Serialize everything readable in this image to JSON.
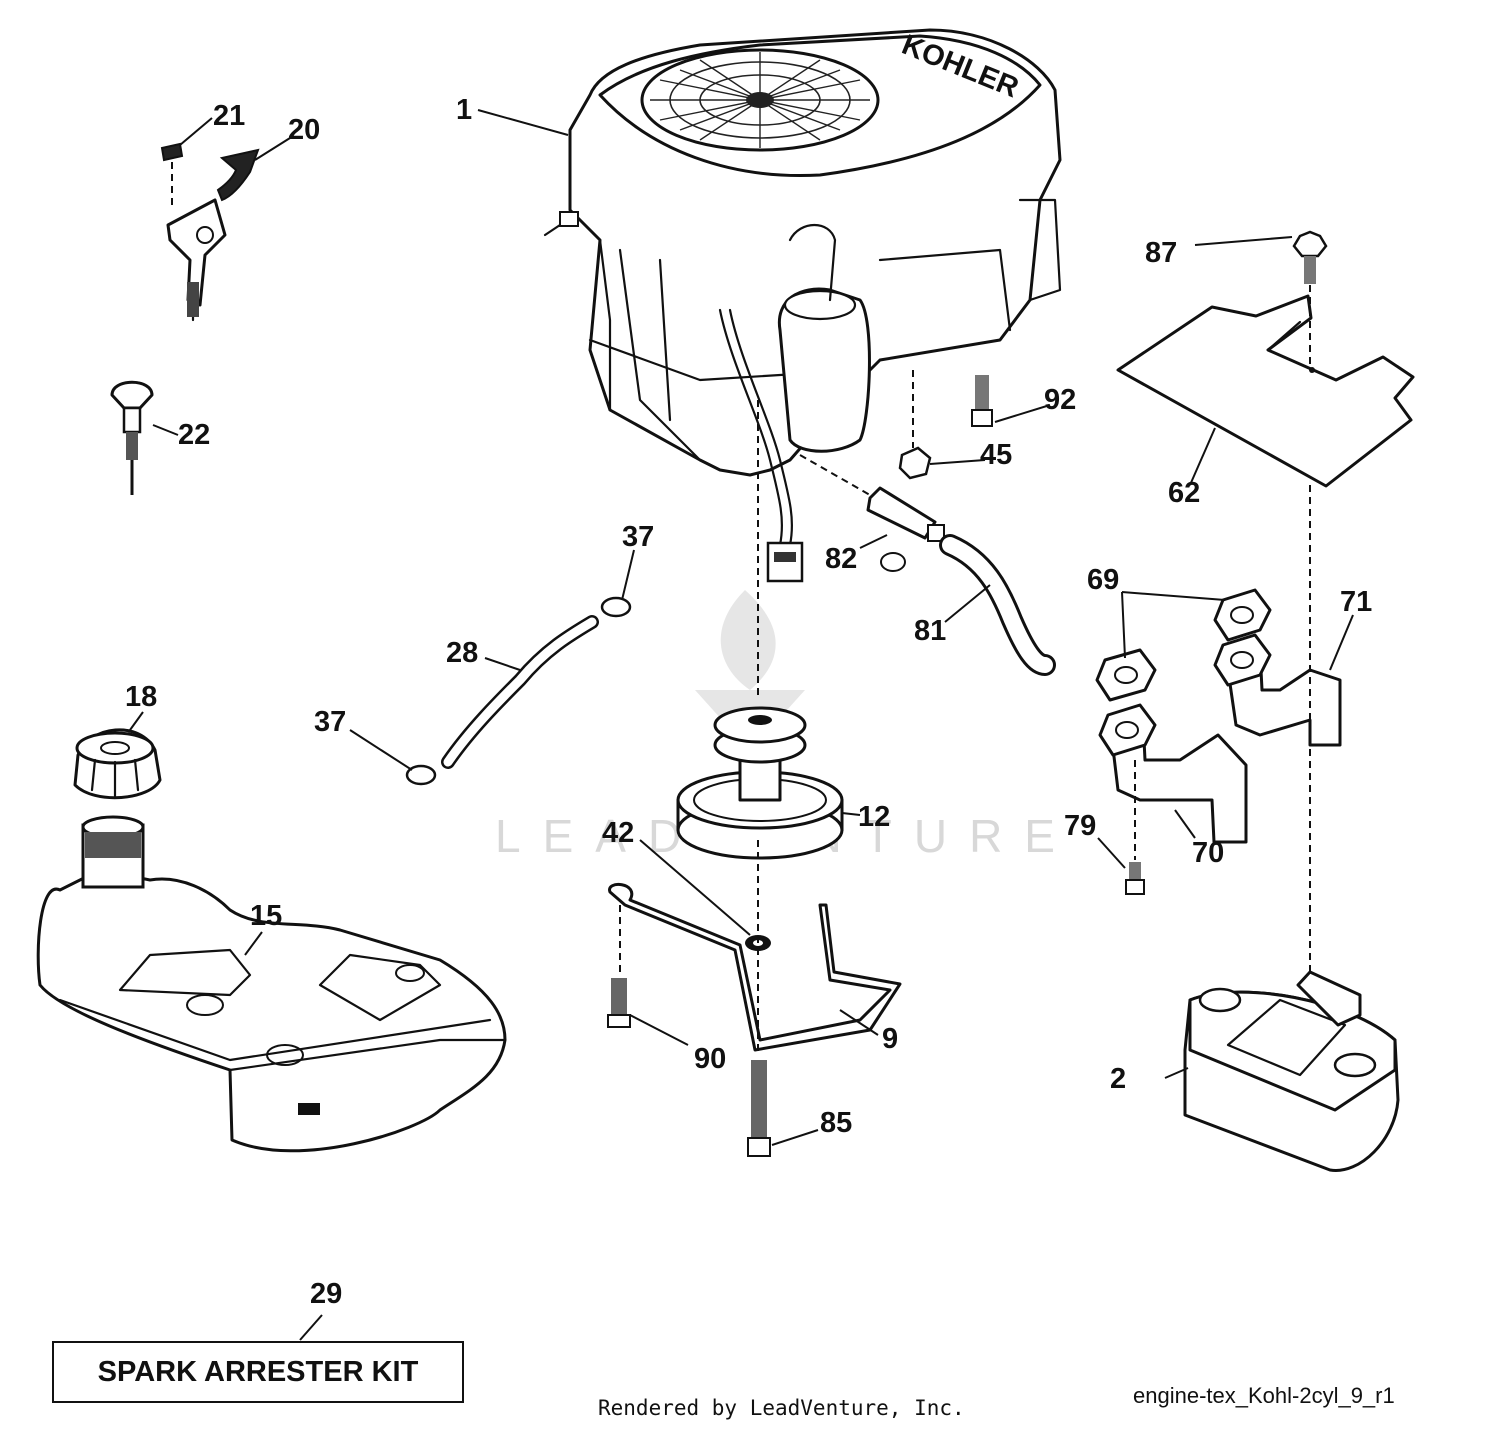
{
  "watermark": "LEADVENTURE",
  "engine_brand": "KOHLER",
  "kit_label": "SPARK ARRESTER KIT",
  "render_credit": "Rendered by LeadVenture, Inc.",
  "diagram_id": "engine-tex_Kohl-2cyl_9_r1",
  "callouts": [
    "1",
    "2",
    "9",
    "12",
    "15",
    "18",
    "20",
    "21",
    "22",
    "28",
    "29",
    "37",
    "37",
    "42",
    "45",
    "62",
    "69",
    "70",
    "71",
    "79",
    "81",
    "82",
    "85",
    "87",
    "90",
    "92"
  ]
}
